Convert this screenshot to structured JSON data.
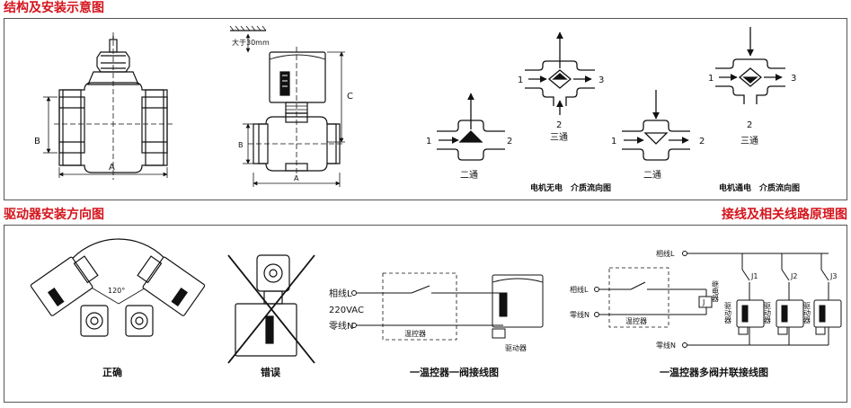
{
  "sections": {
    "structure_title": "结构及安装示意图",
    "actuator_title": "驱动器安装方向图",
    "wiring_title": "接线及相关线路原理图"
  },
  "structure": {
    "dim_A_left": "A",
    "dim_B_left": "B",
    "mount_note": "大于30mm",
    "dim_C": "C",
    "dim_B_right": "B",
    "dim_A_right": "A"
  },
  "flow_off": {
    "two_way_port1": "1",
    "two_way_port2": "2",
    "two_way_caption": "二通",
    "three_way_port1": "1",
    "three_way_port3": "3",
    "three_way_port2": "2",
    "three_way_caption": "三通",
    "diagram_caption": "电机无电　介质流向图"
  },
  "flow_on": {
    "two_way_port1": "1",
    "two_way_port2": "2",
    "two_way_caption": "二通",
    "three_way_port1": "1",
    "three_way_port3": "3",
    "three_way_port2": "2",
    "three_way_caption": "三通",
    "diagram_caption": "电机通电　介质流向图"
  },
  "orientation": {
    "angle_label": "120°",
    "correct_caption": "正确",
    "wrong_caption": "错误"
  },
  "single_wiring": {
    "live_label": "相线L",
    "voltage_label": "220VAC",
    "neutral_label": "零线N",
    "thermostat_label": "温控器",
    "actuator_label": "驱动器",
    "caption": "一温控器一阀接线图"
  },
  "multi_wiring": {
    "live_top_label": "相线L",
    "live_label": "相线L",
    "neutral_label": "零线N",
    "neutral_bottom_label": "零线N",
    "thermostat_label": "温控器",
    "relay_coil_label": "J",
    "relay_label": "继电器",
    "contact_labels": [
      "J1",
      "J2",
      "J3"
    ],
    "actuator_label": "驱动器",
    "caption": "一温控器多阀并联接线图"
  },
  "colors": {
    "title_red": "#d4141c",
    "line": "#111111",
    "panel_border": "#555555"
  }
}
